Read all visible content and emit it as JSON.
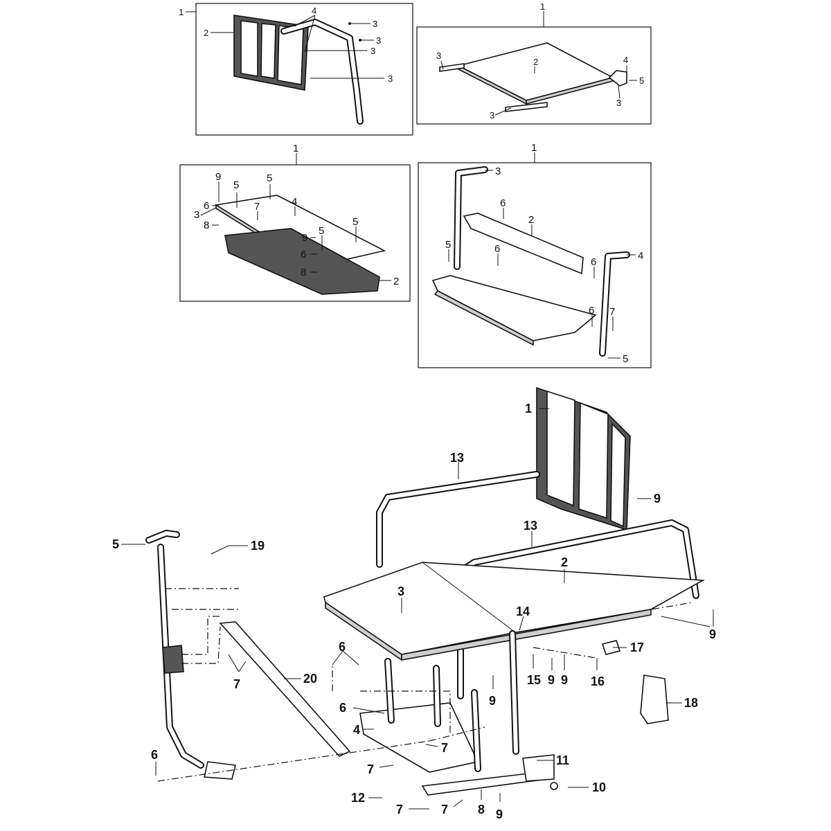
{
  "panels": {
    "top_left": {
      "title": "1",
      "callouts": [
        "2",
        "3",
        "3",
        "3",
        "3",
        "4"
      ]
    },
    "top_right": {
      "title": "1",
      "callouts": [
        "2",
        "3",
        "3",
        "3",
        "4",
        "5"
      ]
    },
    "mid_left": {
      "title": "1",
      "callouts": [
        "2",
        "3",
        "4",
        "5",
        "5",
        "5",
        "5",
        "6",
        "6",
        "7",
        "8",
        "8",
        "9",
        "9"
      ]
    },
    "mid_right": {
      "title": "1",
      "callouts": [
        "2",
        "3",
        "4",
        "5",
        "5",
        "6",
        "6",
        "6",
        "6",
        "7"
      ]
    }
  },
  "main_assembly": {
    "callouts": [
      "1",
      "2",
      "3",
      "4",
      "5",
      "6",
      "6",
      "6",
      "7",
      "7",
      "7",
      "7",
      "7",
      "8",
      "9",
      "9",
      "9",
      "9",
      "9",
      "9",
      "10",
      "11",
      "12",
      "13",
      "13",
      "14",
      "15",
      "16",
      "17",
      "18",
      "19",
      "20"
    ]
  }
}
